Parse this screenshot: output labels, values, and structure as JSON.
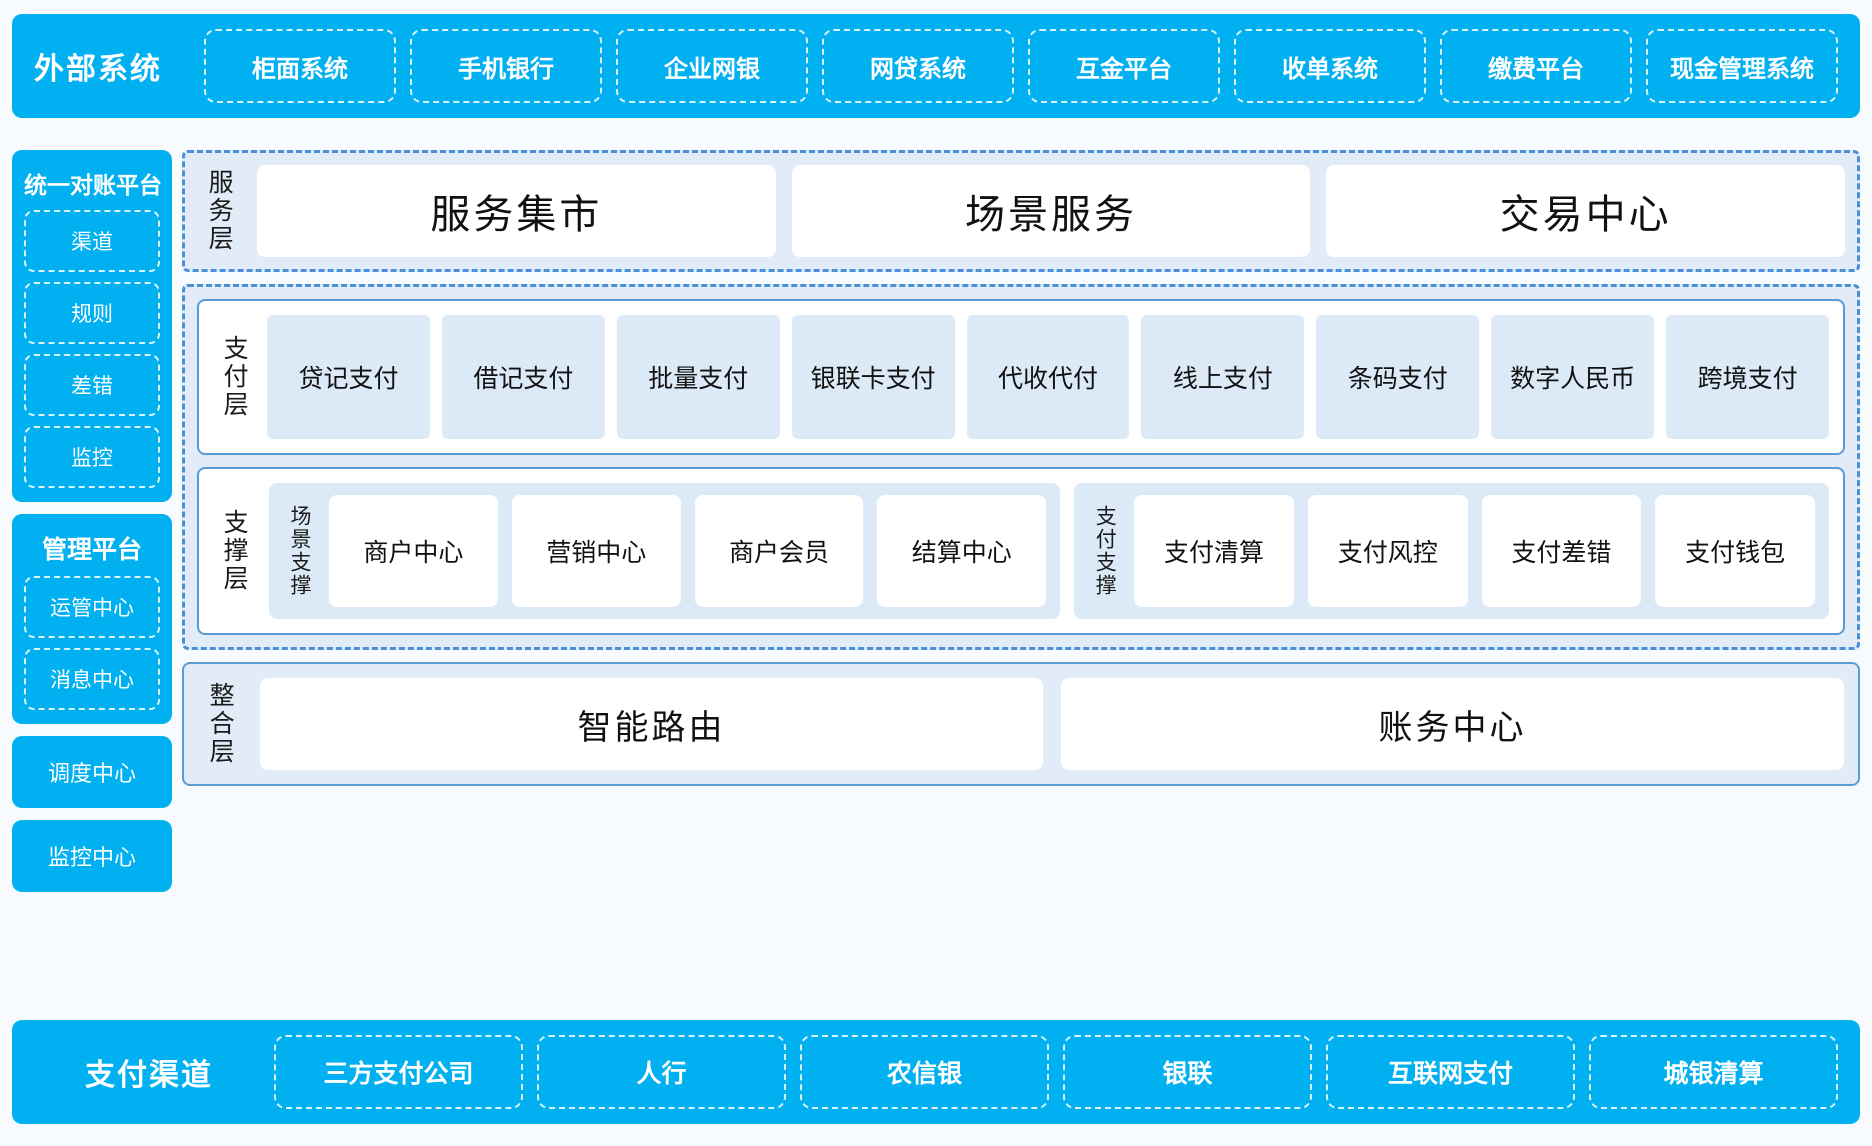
{
  "top_bar": {
    "title": "外部系统",
    "items": [
      "柜面系统",
      "手机银行",
      "企业网银",
      "网贷系统",
      "互金平台",
      "收单系统",
      "缴费平台",
      "现金管理系统"
    ]
  },
  "sidebar": {
    "cards": [
      {
        "title": "统一对账平台",
        "items": [
          "渠道",
          "规则",
          "差错",
          "监控"
        ]
      },
      {
        "title": "管理平台",
        "items": [
          "运管中心",
          "消息中心"
        ]
      }
    ],
    "standalone": [
      "调度中心",
      "监控中心"
    ]
  },
  "service_layer": {
    "label": "服务层",
    "cards": [
      "服务集市",
      "场景服务",
      "交易中心"
    ]
  },
  "payment_layer": {
    "label": "支付层",
    "tiles": [
      "贷记支付",
      "借记支付",
      "批量支付",
      "银联卡支付",
      "代收代付",
      "线上支付",
      "条码支付",
      "数字人民币",
      "跨境支付"
    ]
  },
  "support_layer": {
    "label": "支撑层",
    "groups": [
      {
        "label": "场景支撑",
        "cards": [
          "商户中心",
          "营销中心",
          "商户会员",
          "结算中心"
        ]
      },
      {
        "label": "支付支撑",
        "cards": [
          "支付清算",
          "支付风控",
          "支付差错",
          "支付钱包"
        ]
      }
    ]
  },
  "integration_layer": {
    "label": "整合层",
    "cards": [
      "智能路由",
      "账务中心"
    ]
  },
  "bottom_bar": {
    "title": "支付渠道",
    "items": [
      "三方支付公司",
      "人行",
      "农信银",
      "银联",
      "互联网支付",
      "城银清算"
    ]
  },
  "colors": {
    "cyan": "#00B0F0",
    "panel_blue": "#e1ecf8",
    "tile_blue": "#dce9f7",
    "border_blue": "#5B9BD5",
    "dash_blue": "#4A90D9",
    "page_bg": "#f7fbfe"
  }
}
